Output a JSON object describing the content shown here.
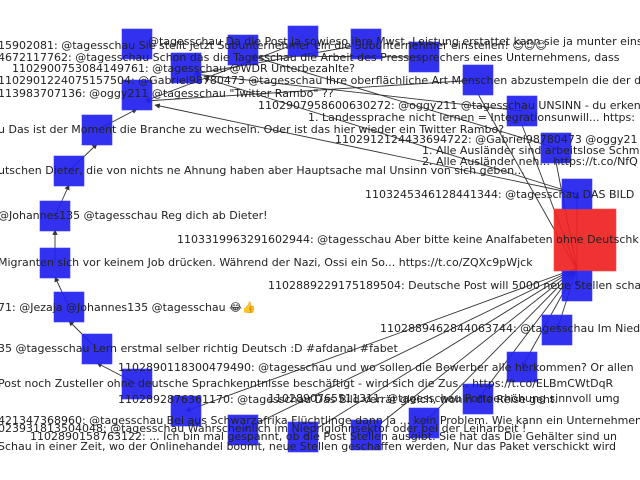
{
  "graph": {
    "hub_color": "#ee2222",
    "node_color": "#1f1fee",
    "edge_color": "#333333",
    "labels": [
      {
        "key": "l01",
        "text": "@tagesschau Da die Post ja sowieso ihre Mwst.-Leistung erstattet kann sie ja munter einstellen. Hier wird eine k... https:"
      },
      {
        "key": "l02",
        "text": "15902081: @tagesschau Sie stellt jetzt Subunternehmer ein die Subunternehmer einstellen! 😊😊😊"
      },
      {
        "key": "l03",
        "text": "4672117762: @tagesschau Schon das die Tagesschau die Arbeit des Pressesprechers eines Unternehmens, dass"
      },
      {
        "key": "l04",
        "text": "1102900753084149761: @tagesschau @WDR Unterbezahlte?"
      },
      {
        "key": "l05",
        "text": "1102901224075157504: @Gabriel98780473 @tagesschau Ihre oberflächliche Art Menschen abzustempeln die der deutsch"
      },
      {
        "key": "l06",
        "text": "113983707136: @oggy211 @tagesschau \"Twitter Rambo\" ??"
      },
      {
        "key": "l07",
        "text": "1102907958600630272: @oggy211 @tagesschau UNSINN - du erken"
      },
      {
        "key": "l08",
        "text": "1. Landessprache nicht lernen = Integrationsunwill... https:"
      },
      {
        "key": "l09",
        "text": "u Das ist der Moment die Branche zu wechseln. Oder ist das hier wieder ein Twitter Rambo?"
      },
      {
        "key": "l10",
        "text": "1102912124433694722: @Gabriel98780473 @oggy21"
      },
      {
        "key": "l11",
        "text": "1. Alle Ausländer sind arbeitslose Schm"
      },
      {
        "key": "l12",
        "text": "2. Alle Ausländer neh... https://t.co/NfQ"
      },
      {
        "key": "l13",
        "text": "utschen Dieter, die von nichts ne Ahnung haben aber Hauptsache mal Unsinn von sich geben..."
      },
      {
        "key": "l14",
        "text": "1103245346128441344: @tagesschau DAS BILD"
      },
      {
        "key": "l15",
        "text": "@Johannes135 @tagesschau Reg dich ab Dieter!"
      },
      {
        "key": "l16",
        "text": "1103319963291602944: @tagesschau Aber bitte keine Analfabeten ohne Deutschk"
      },
      {
        "key": "l17",
        "text": "Migranten sich vor keinem Job drücken. Während der Nazi, Ossi ein So... https://t.co/ZQXc9pWjck"
      },
      {
        "key": "l18",
        "text": "1102889229175189504: Deutsche Post will 5000 neue Stellen scha"
      },
      {
        "key": "l19",
        "text": "71: @Jezaja @Johannes135 @tagesschau 😂👍"
      },
      {
        "key": "l20",
        "text": "1102889462844063744: @tagesschau Im Nied"
      },
      {
        "key": "l21",
        "text": "35 @tagesschau Lern erstmal selber richtig Deutsch :D #afdanal #fabet"
      },
      {
        "key": "l22",
        "text": "1102890118300479490: @tagesschau und wo sollen die Bewerber alle herkommen? Or allen"
      },
      {
        "key": "l23",
        "text": "Post noch Zusteller ohne deutsche Sprachkenntnisse beschäftigt - wird sich die Zus... https://t.co/ELBmCWtDqR"
      },
      {
        "key": "l24",
        "text": "1102892876361170: @tagesschau Das Bild verrät gleich, wohin die Reise geht."
      },
      {
        "key": "l25",
        "text": "1102890765511311: @tagesschau Portoerhöhung sinnvoll umg"
      },
      {
        "key": "l26",
        "text": "421347368960: @tagesschau Bei aus Schwarzafrika Flüchtlinge dann ja ... kein Problem. Wie kann ein Unternehmen au"
      },
      {
        "key": "l27",
        "text": "023931813504048: @tagesschau Wahrscheinlich im Niedriglohnsektor oder bei der Leiharbeit !"
      },
      {
        "key": "l28",
        "text": "1102890158763122: ... Ich bin mal gespannt, ob die Post Stellen ausgibt. Sie hat das Die Gehälter sind un"
      },
      {
        "key": "l29",
        "text": "Schau in einer Zeit, wo der Onlinehandel boomt, neue Stellen geschaffen werden, Nur das Paket verschickt wird"
      }
    ]
  }
}
